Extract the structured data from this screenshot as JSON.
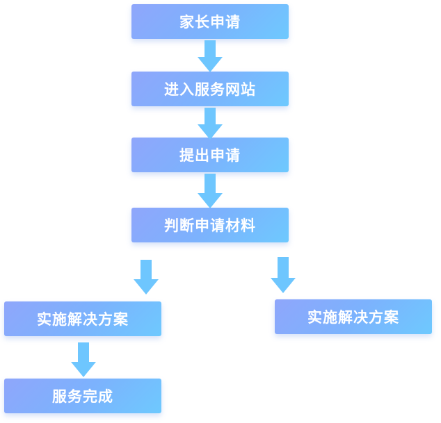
{
  "flow": {
    "step1": "家长申请",
    "step2": "进入服务网站",
    "step3": "提出申请",
    "step4": "判断申请材料",
    "left_branch": "实施解决方案",
    "right_branch": "实施解决方案",
    "final": "服务完成"
  },
  "colors": {
    "box_start": "#8fa6fb",
    "box_end": "#6ec9fe",
    "arrow": "#6ec6fe",
    "text": "#ffffff"
  }
}
